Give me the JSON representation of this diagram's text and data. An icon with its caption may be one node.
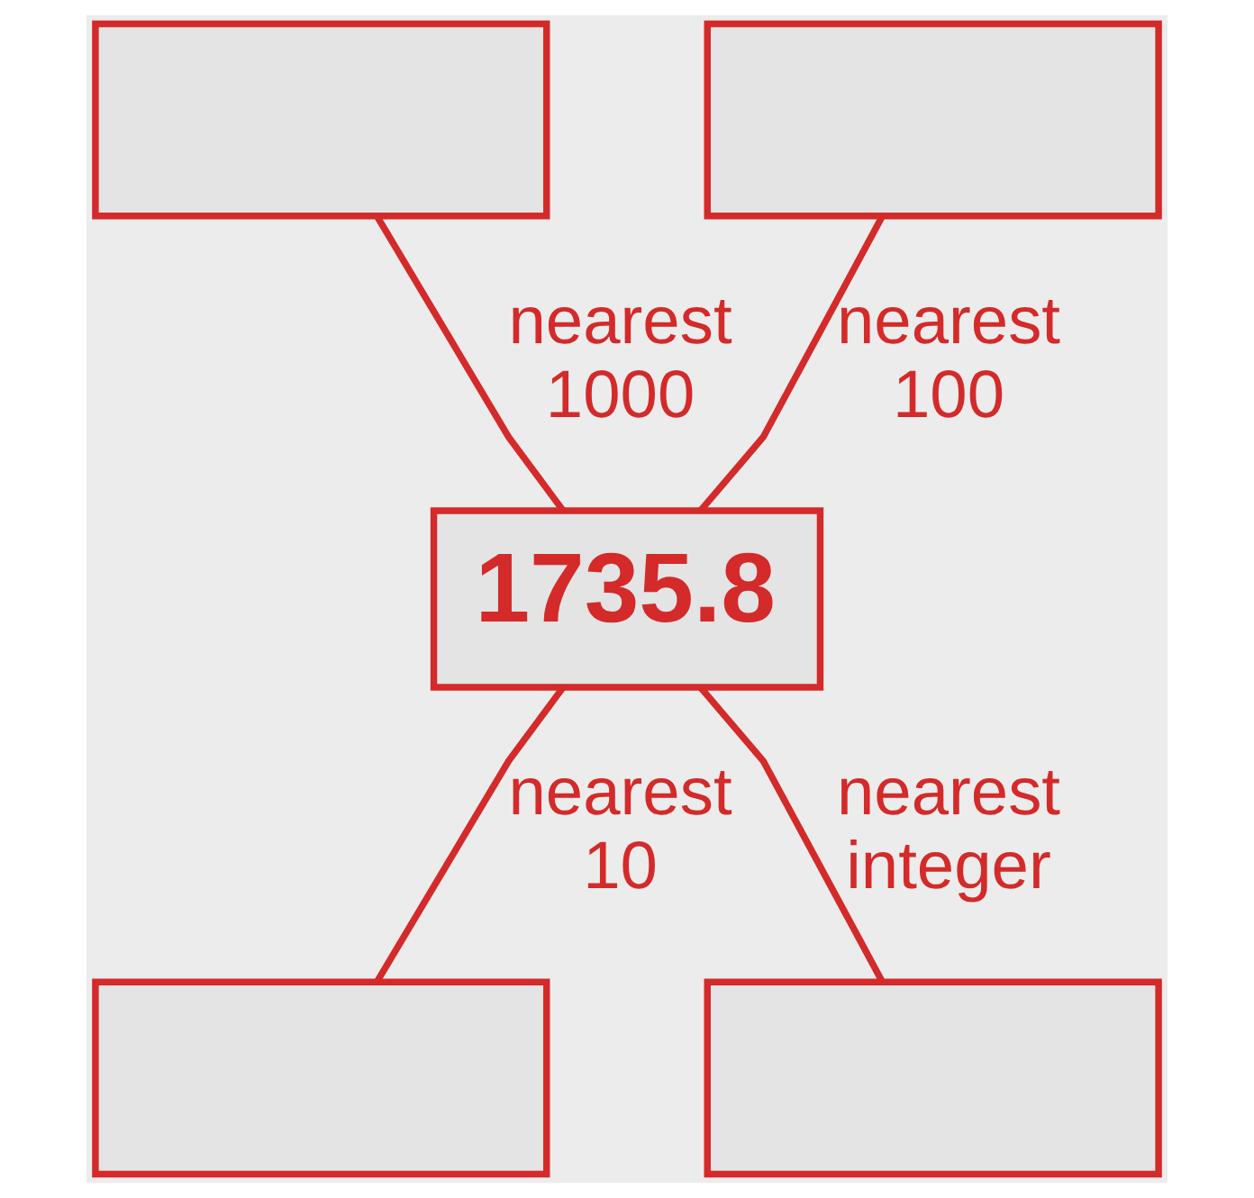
{
  "diagram": {
    "nodes": [
      {
        "text": [],
        "shape": "box"
      },
      {
        "text": [],
        "shape": "box"
      },
      {
        "text": [
          "1735.8"
        ]
      },
      {
        "text": [],
        "shape": "box"
      },
      {
        "text": [],
        "shape": "box"
      }
    ],
    "edges": [
      {
        "from": 0,
        "to": 2,
        "arrow": "none",
        "label": "nearest 1000"
      },
      {
        "from": 1,
        "to": 2,
        "arrow": "none",
        "label": "nearest 100"
      },
      {
        "from": 2,
        "to": 3,
        "arrow": "none",
        "label": "nearest 10"
      },
      {
        "from": 2,
        "to": 4,
        "arrow": "none",
        "label": "nearest integer"
      }
    ]
  }
}
